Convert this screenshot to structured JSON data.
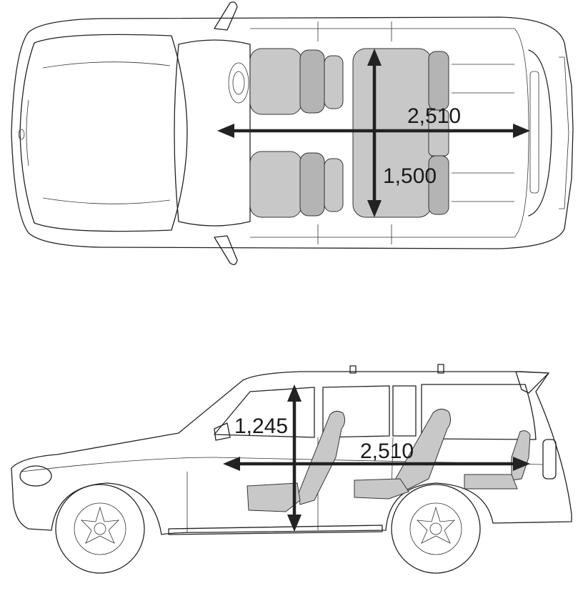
{
  "top_view": {
    "length_label": "2,510",
    "width_label": "1,500"
  },
  "side_view": {
    "height_label": "1,245",
    "length_label": "2,510"
  },
  "colors": {
    "seat_fill": "#c8c8c8",
    "line": "#222222",
    "background": "#ffffff"
  }
}
